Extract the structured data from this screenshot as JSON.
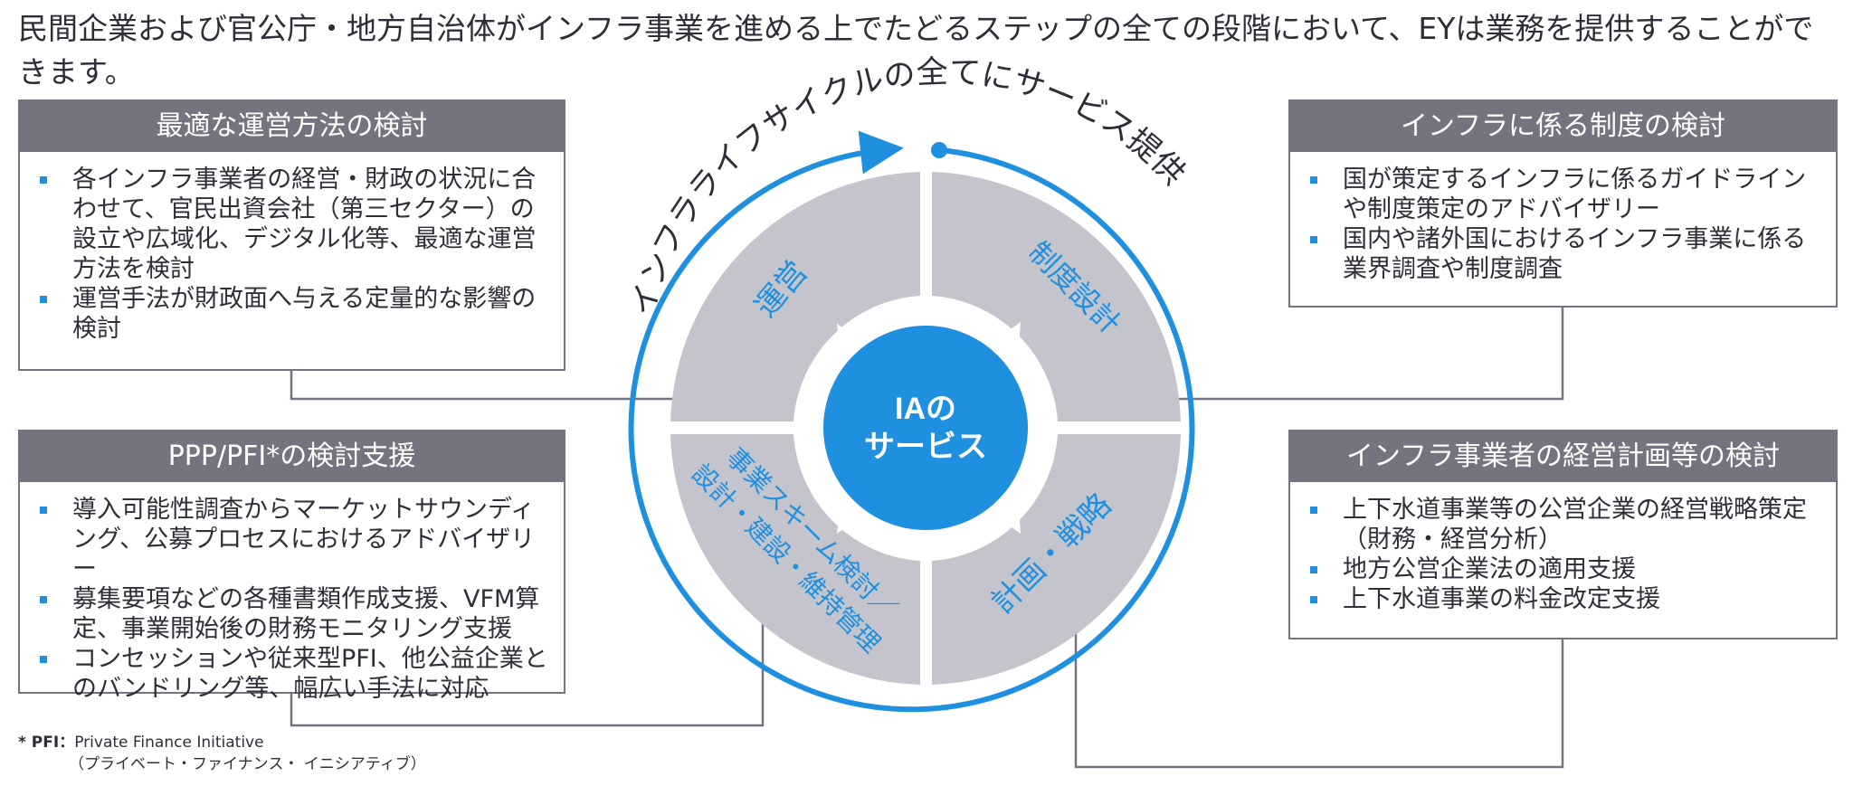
{
  "intro": "民間企業および官公庁・地方自治体がインフラ事業を進める上でたどるステップの全ての段階において、EYは業務を提供することができます。",
  "center": {
    "line1": "IAの",
    "line2": "サービス"
  },
  "ring_caption": "インフラライフサイクルの全てにサービス提供",
  "quadrants": {
    "top_left": "運営",
    "top_right": "制度設計",
    "bottom_right": "計画・戦略",
    "bottom_left_1": "事業スキーム検討／",
    "bottom_left_2": "設計・建設・維持管理"
  },
  "boxes": {
    "top_left": {
      "title": "最適な運営方法の検討",
      "items": [
        "各インフラ事業者の経営・財政の状況に合わせて、官民出資会社（第三セクター）の設立や広域化、デジタル化等、最適な運営方法を検討",
        "運営手法が財政面へ与える定量的な影響の検討"
      ]
    },
    "bottom_left": {
      "title": "PPP/PFI*の検討支援",
      "items": [
        "導入可能性調査からマーケットサウンディング、公募プロセスにおけるアドバイザリー",
        "募集要項などの各種書類作成支援、VFM算定、事業開始後の財務モニタリング支援",
        "コンセッションや従来型PFI、他公益企業とのバンドリング等、幅広い手法に対応"
      ]
    },
    "top_right": {
      "title": "インフラに係る制度の検討",
      "items": [
        "国が策定するインフラに係るガイドラインや制度策定のアドバイザリー",
        "国内や諸外国におけるインフラ事業に係る業界調査や制度調査"
      ]
    },
    "bottom_right": {
      "title": "インフラ事業者の経営計画等の検討",
      "items": [
        "上下水道事業等の公営企業の経営戦略策定（財務・経営分析）",
        "地方公営企業法の適用支援",
        "上下水道事業の料金改定支援"
      ]
    }
  },
  "footnote": {
    "label": "* PFI：",
    "text": "Private Finance Initiative",
    "sub": "（プライベート・ファイナンス・ イニシアティブ）"
  },
  "colors": {
    "accent": "#1f8fe0",
    "header_gray": "#747480",
    "segment_gray": "#c4c4cd",
    "text": "#2e2e38"
  }
}
